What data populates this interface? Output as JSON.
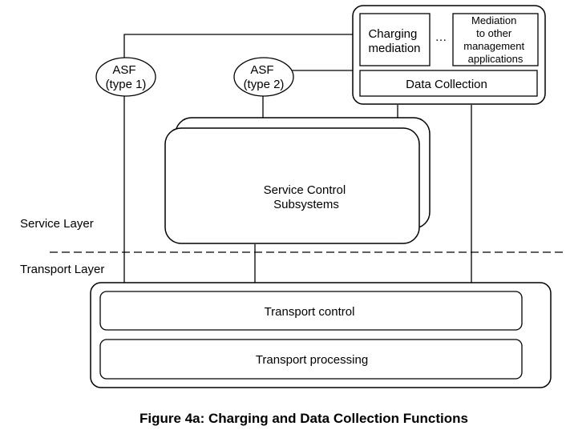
{
  "charging_mediation": [
    "Charging",
    "mediation"
  ],
  "ellipsis": "…",
  "mediation_other": [
    "Mediation",
    "to other",
    "management",
    "applications"
  ],
  "data_collection": "Data Collection",
  "asf1": [
    "ASF",
    "(type 1)"
  ],
  "asf2": [
    "ASF",
    "(type 2)"
  ],
  "service_control": [
    "Service Control",
    "Subsystems"
  ],
  "service_layer": "Service Layer",
  "transport_layer": "Transport Layer",
  "transport_control": "Transport control",
  "transport_processing": "Transport processing",
  "caption": "Figure 4a: Charging and Data Collection Functions"
}
